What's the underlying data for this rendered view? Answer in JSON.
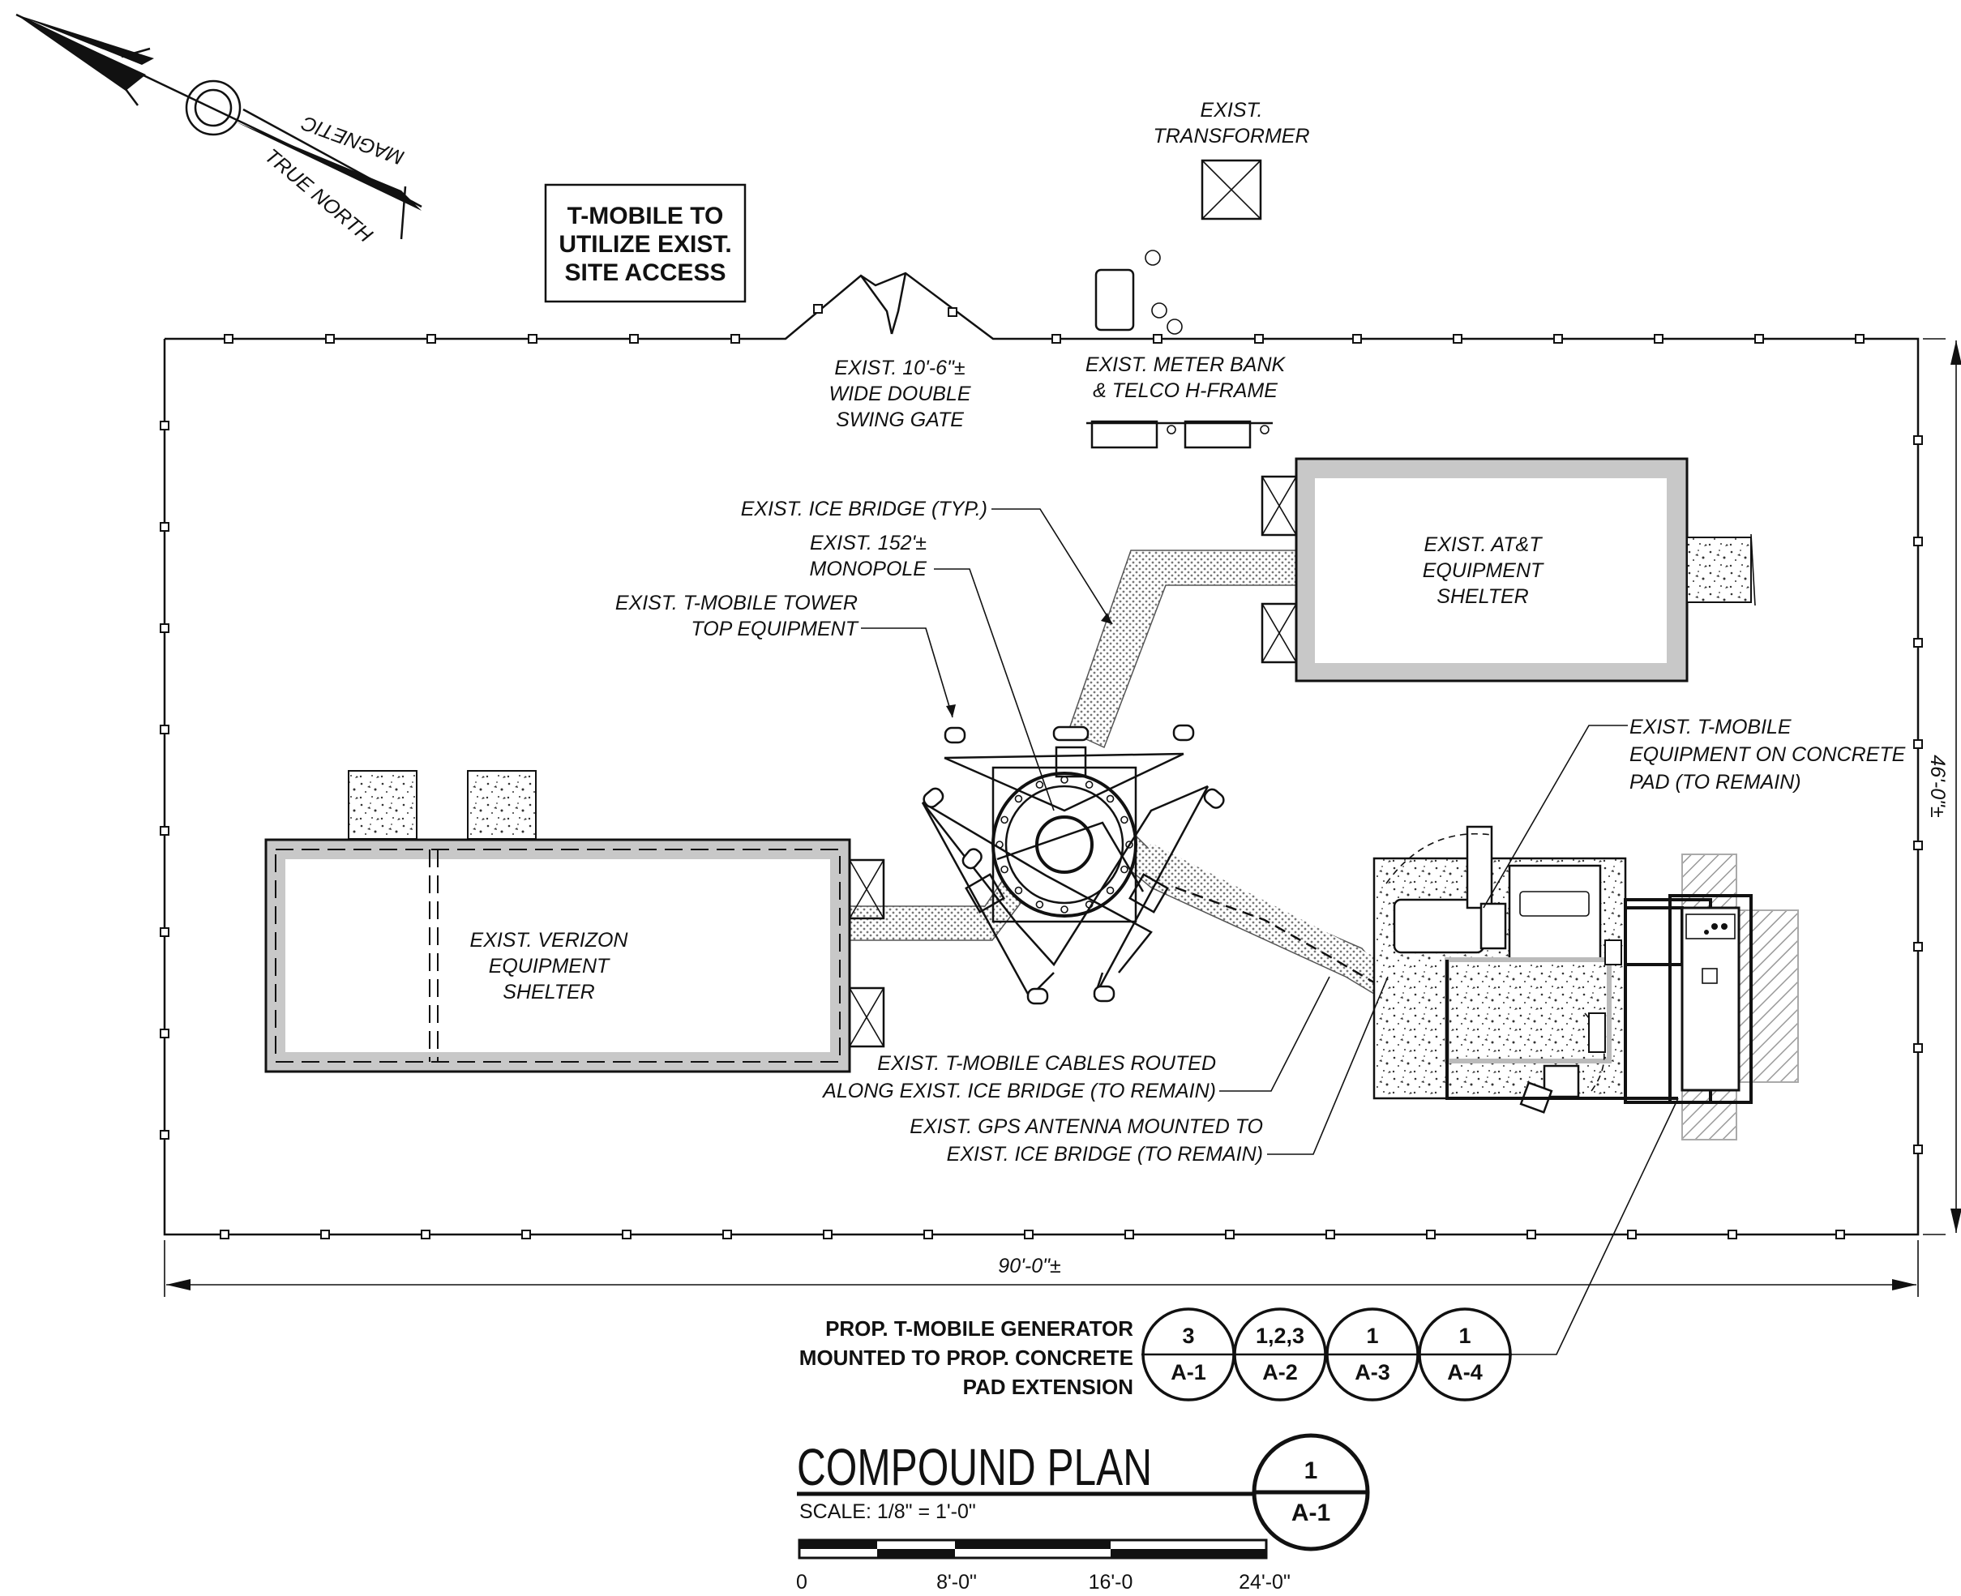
{
  "north_arrow": {
    "magnetic": "MAGNETIC",
    "true_north": "TRUE NORTH"
  },
  "notes": {
    "site_access": [
      "T-MOBILE TO",
      "UTILIZE EXIST.",
      "SITE ACCESS"
    ],
    "transformer": [
      "EXIST.",
      "TRANSFORMER"
    ],
    "gate": [
      "EXIST. 10'-6\"±",
      "WIDE DOUBLE",
      "SWING GATE"
    ],
    "meter_bank": [
      "EXIST. METER BANK",
      "& TELCO H-FRAME"
    ],
    "ice_bridge": [
      "EXIST. ICE BRIDGE (TYP.)"
    ],
    "monopole": [
      "EXIST. 152'±",
      "MONOPOLE"
    ],
    "tower_equipment": [
      "EXIST. T-MOBILE TOWER",
      "TOP EQUIPMENT"
    ],
    "att_shelter": [
      "EXIST. AT&T",
      "EQUIPMENT",
      "SHELTER"
    ],
    "tmobile_pad": [
      "EXIST. T-MOBILE",
      "EQUIPMENT ON CONCRETE",
      "PAD (TO REMAIN)"
    ],
    "verizon_shelter": [
      "EXIST. VERIZON",
      "EQUIPMENT",
      "SHELTER"
    ],
    "cables": [
      "EXIST. T-MOBILE CABLES ROUTED",
      "ALONG EXIST. ICE BRIDGE (TO REMAIN)"
    ],
    "gps": [
      "EXIST. GPS ANTENNA MOUNTED TO",
      "EXIST. ICE BRIDGE (TO REMAIN)"
    ]
  },
  "dimensions": {
    "width": "90'-0\"±",
    "height": "46'-0\"±"
  },
  "generator_callout": {
    "text": [
      "PROP. T-MOBILE GENERATOR",
      "MOUNTED TO PROP. CONCRETE",
      "PAD EXTENSION"
    ],
    "refs": [
      {
        "top": "3",
        "bottom": "A-1"
      },
      {
        "top": "1,2,3",
        "bottom": "A-2"
      },
      {
        "top": "1",
        "bottom": "A-3"
      },
      {
        "top": "1",
        "bottom": "A-4"
      }
    ]
  },
  "title_block": {
    "title": "COMPOUND PLAN",
    "scale": "SCALE: 1/8\" = 1'-0\"",
    "ref_top": "1",
    "ref_bottom": "A-1",
    "scale_bar_labels": [
      "0",
      "8'-0\"",
      "16'-0",
      "24'-0\""
    ]
  }
}
